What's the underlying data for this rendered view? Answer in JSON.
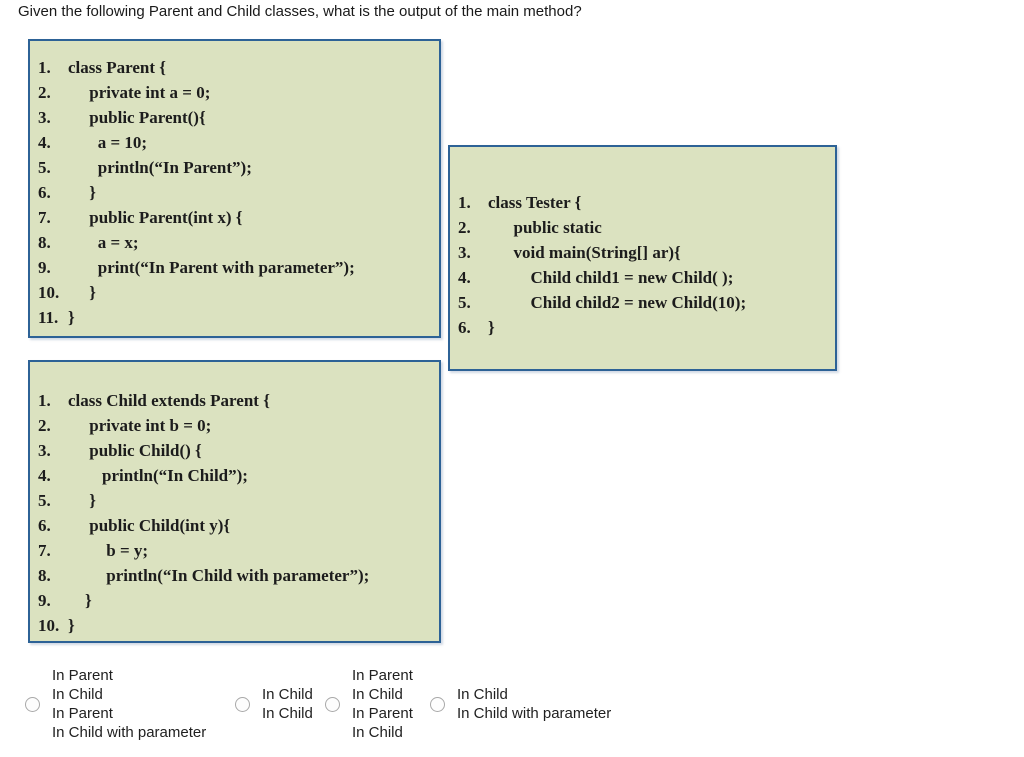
{
  "question": {
    "title": "Given the following Parent and Child classes, what is the output of the main method?"
  },
  "colors": {
    "box_bg": "#dbe2c0",
    "box_border": "#2d6296"
  },
  "code_boxes": {
    "parent": {
      "lines": [
        {
          "n": "1.",
          "c": "class Parent {"
        },
        {
          "n": "2.",
          "c": "     private int a = 0;"
        },
        {
          "n": "3.",
          "c": "     public Parent(){"
        },
        {
          "n": "4.",
          "c": "       a = 10;"
        },
        {
          "n": "5.",
          "c": "       println(“In Parent”);"
        },
        {
          "n": "6.",
          "c": "     }"
        },
        {
          "n": "7.",
          "c": "     public Parent(int x) {"
        },
        {
          "n": "8.",
          "c": "       a = x;"
        },
        {
          "n": "9.",
          "c": "       print(“In Parent with parameter”);"
        },
        {
          "n": "10.",
          "c": "     }"
        },
        {
          "n": "11.",
          "c": "}"
        }
      ]
    },
    "tester": {
      "lines": [
        {
          "n": "1.",
          "c": "class Tester {"
        },
        {
          "n": "2.",
          "c": "      public static"
        },
        {
          "n": "3.",
          "c": "      void main(String[] ar){"
        },
        {
          "n": "4.",
          "c": "          Child child1 = new Child( );"
        },
        {
          "n": "5.",
          "c": "          Child child2 = new Child(10);"
        },
        {
          "n": "6.",
          "c": "}"
        }
      ]
    },
    "child": {
      "lines": [
        {
          "n": "1.",
          "c": "class Child extends Parent {"
        },
        {
          "n": "2.",
          "c": "     private int b = 0;"
        },
        {
          "n": "3.",
          "c": "     public Child() {"
        },
        {
          "n": "4.",
          "c": "        println(“In Child”);"
        },
        {
          "n": "5.",
          "c": "     }"
        },
        {
          "n": "6.",
          "c": "     public Child(int y){"
        },
        {
          "n": "7.",
          "c": "         b = y;"
        },
        {
          "n": "8.",
          "c": "         println(“In Child with parameter”);"
        },
        {
          "n": "9.",
          "c": "    }"
        },
        {
          "n": "10.",
          "c": "}"
        }
      ]
    }
  },
  "options": {
    "a": {
      "lines": [
        "In Parent",
        "In Child",
        "In Parent",
        "In Child with parameter"
      ]
    },
    "b": {
      "lines": [
        "In Child",
        "In Child"
      ]
    },
    "c": {
      "lines": [
        "In Parent",
        "In Child",
        "In Parent",
        "In Child"
      ]
    },
    "d": {
      "lines": [
        "In Child",
        "In Child with parameter"
      ]
    }
  }
}
